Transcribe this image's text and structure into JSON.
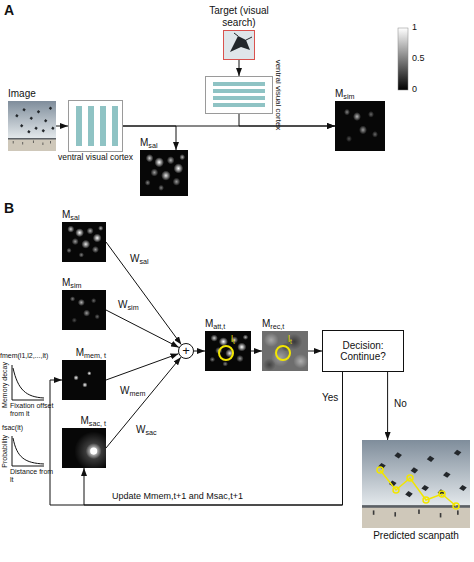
{
  "diagram": {
    "nodes": [
      {
        "text": [
          "Target (visual search)"
        ]
      },
      {
        "text": [
          "Image"
        ]
      },
      {
        "text": [
          "ventral visual cortex"
        ]
      },
      {
        "text": [
          "ventral visual cortex"
        ]
      },
      {
        "text": [
          "Msal"
        ]
      },
      {
        "text": [
          "Msim"
        ]
      },
      {
        "text": [
          "Msal"
        ]
      },
      {
        "text": [
          "Msim"
        ]
      },
      {
        "text": [
          "Mmem, t"
        ]
      },
      {
        "text": [
          "Msac, t"
        ]
      },
      {
        "text": [
          "+"
        ]
      },
      {
        "text": [
          "Matt,t"
        ]
      },
      {
        "text": [
          "Mrec,t"
        ]
      },
      {
        "text": [
          "Decision: Continue?"
        ]
      },
      {
        "text": [
          "Predicted scanpath"
        ]
      }
    ],
    "edges": [
      {
        "from": 1,
        "to": 2,
        "arrow": "to"
      },
      {
        "from": 2,
        "to": 4,
        "arrow": "to"
      },
      {
        "from": 2,
        "to": 5,
        "arrow": "to"
      },
      {
        "from": 0,
        "to": 3,
        "arrow": "to"
      },
      {
        "from": 3,
        "to": 5,
        "arrow": "to"
      },
      {
        "from": 6,
        "to": 10,
        "arrow": "to",
        "label": "Wsal"
      },
      {
        "from": 7,
        "to": 10,
        "arrow": "to",
        "label": "Wsim"
      },
      {
        "from": 8,
        "to": 10,
        "arrow": "to",
        "label": "Wmem"
      },
      {
        "from": 9,
        "to": 10,
        "arrow": "to",
        "label": "Wsac"
      },
      {
        "from": 10,
        "to": 11,
        "arrow": "to"
      },
      {
        "from": 11,
        "to": 12,
        "arrow": "to"
      },
      {
        "from": 12,
        "to": 13,
        "arrow": "to"
      },
      {
        "from": 13,
        "to": 14,
        "arrow": "to",
        "label": "No"
      },
      {
        "from": 13,
        "to": 8,
        "arrow": "to",
        "label": "Yes"
      },
      {
        "from": 13,
        "to": 9,
        "arrow": "to"
      }
    ],
    "labels": [
      "A",
      "1",
      "0.5",
      "0",
      "B",
      "fmem(l1,l2,...,lt)",
      "Memory decay",
      "Fixation offset from lt",
      "fsac(lt)",
      "Probability",
      "Distance from lt",
      "lt",
      "lt",
      "Update Mmem,t+1 and Msac,t+1"
    ]
  }
}
